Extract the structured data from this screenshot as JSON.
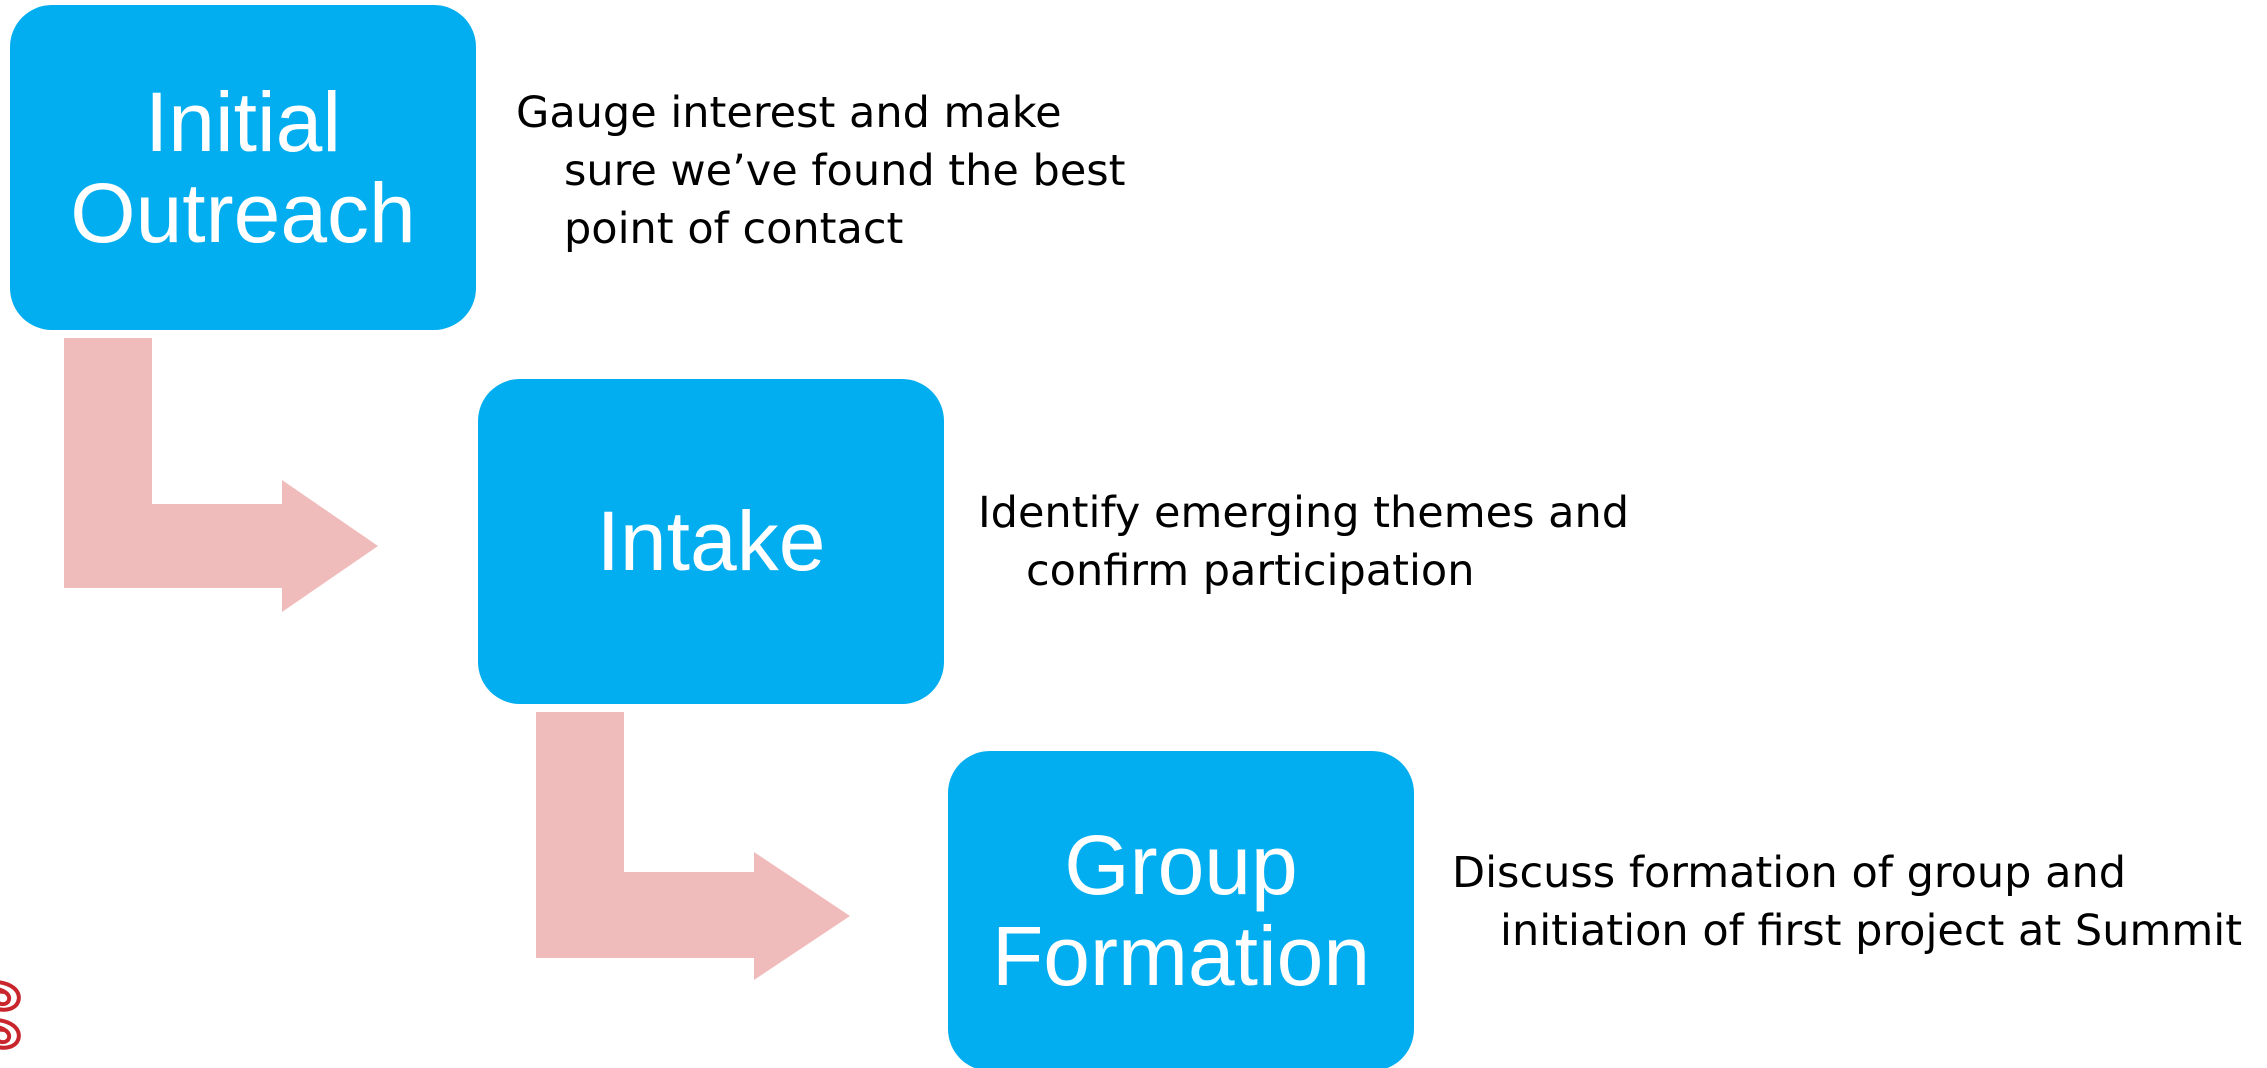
{
  "colors": {
    "box_fill": "#02AEEF",
    "arrow_fill": "#F0BBBB",
    "logo_red": "#C8262C"
  },
  "steps": [
    {
      "title": "Initial\nOutreach",
      "description_lines": [
        "Gauge interest and make",
        "sure we’ve found the best",
        "point of contact"
      ]
    },
    {
      "title": "Intake",
      "description_lines": [
        "Identify emerging themes and",
        "confirm participation"
      ]
    },
    {
      "title": "Group\nFormation",
      "description_lines": [
        "Discuss formation of group and",
        "initiation of first project at Summit"
      ]
    }
  ],
  "connectors": [
    {
      "from": "Initial Outreach",
      "to": "Intake",
      "icon": "bent-arrow-icon"
    },
    {
      "from": "Intake",
      "to": "Group Formation",
      "icon": "bent-arrow-icon"
    }
  ],
  "logo": {
    "icon": "swirl-logo-icon"
  }
}
